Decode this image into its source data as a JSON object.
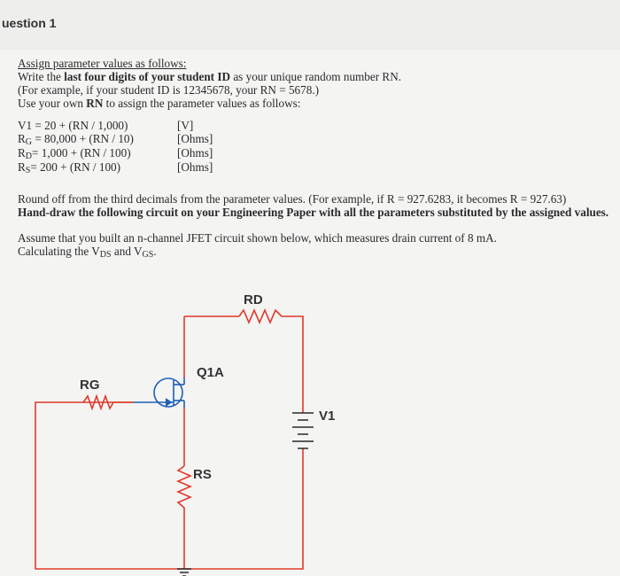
{
  "header": {
    "title": "uestion 1"
  },
  "intro": {
    "line1": "Assign parameter values as follows:",
    "line2_pre": "Write the ",
    "line2_bold": "last four digits of your student ID",
    "line2_post": " as your unique random number RN.",
    "line3": "(For example, if your student ID is 12345678, your RN = 5678.)",
    "line4_pre": "Use your own ",
    "line4_bold": "RN",
    "line4_post": " to assign the parameter values as follows:"
  },
  "params": [
    {
      "sym": "V1",
      "sub": "",
      "expr": " = 20  + (RN / 1,000)",
      "unit": "[V]"
    },
    {
      "sym": "R",
      "sub": "G",
      "expr": " = 80,000 + (RN / 10)",
      "unit": "[Ohms]"
    },
    {
      "sym": "R",
      "sub": "D",
      "expr": "= 1,000 + (RN / 100)",
      "unit": "[Ohms]"
    },
    {
      "sym": "R",
      "sub": "S",
      "expr": "= 200 + (RN / 100)",
      "unit": "[Ohms]"
    }
  ],
  "rounding": {
    "line1": "Round off from the third decimals from the parameter values. (For example, if R = 927.6283, it becomes R = 927.63)",
    "line2": "Hand-draw the following circuit on your Engineering Paper with all the parameters substituted by the assigned values."
  },
  "assume": {
    "line1": "Assume that you built an n-channel JFET circuit shown below, which measures drain current of 8 mA.",
    "line2_pre": "Calculating the V",
    "line2_sub1": "DS",
    "line2_mid": " and V",
    "line2_sub2": "GS",
    "line2_post": "."
  },
  "circuit": {
    "rd_label": "RD",
    "rg_label": "RG",
    "q1a_label": "Q1A",
    "v1_label": "V1",
    "rs_label": "RS"
  }
}
